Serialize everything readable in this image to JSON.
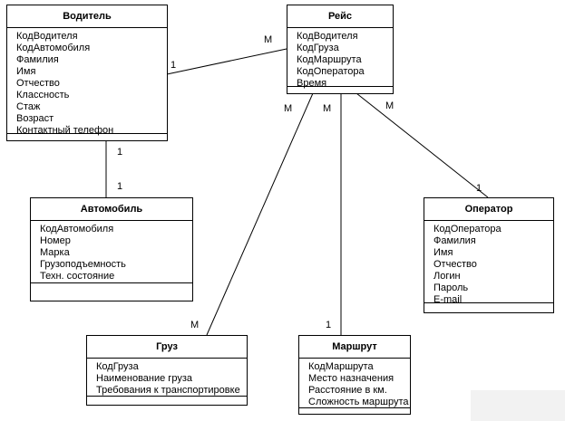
{
  "entities": {
    "driver": {
      "title": "Водитель",
      "attrs": [
        "КодВодителя",
        "КодАвтомобиля",
        "Фамилия",
        "Имя",
        "Отчество",
        "Классность",
        "Стаж",
        "Возраст",
        "Контактный телефон"
      ]
    },
    "trip": {
      "title": "Рейс",
      "attrs": [
        "КодВодителя",
        "КодГруза",
        "КодМаршрута",
        "КодОператора",
        "Время"
      ]
    },
    "car": {
      "title": "Автомобиль",
      "attrs": [
        "КодАвтомобиля",
        "Номер",
        "Марка",
        "Грузоподъемность",
        "Техн. состояние"
      ]
    },
    "operator": {
      "title": "Оператор",
      "attrs": [
        "КодОператора",
        "Фамилия",
        "Имя",
        "Отчество",
        "Логин",
        "Пароль",
        "E-mail"
      ]
    },
    "cargo": {
      "title": "Груз",
      "attrs": [
        "КодГруза",
        "Наименование груза",
        "Требования к транспортировке"
      ]
    },
    "route": {
      "title": "Маршрут",
      "attrs": [
        "КодМаршрута",
        "Место назначения",
        "Расстояние в км.",
        "Сложность маршрута"
      ]
    }
  },
  "cardinalities": {
    "driver_trip_driver_side": "1",
    "driver_trip_trip_side": "M",
    "driver_car_driver_side": "1",
    "driver_car_car_side": "1",
    "trip_cargo_trip_side": "M",
    "trip_cargo_cargo_side": "M",
    "trip_route_trip_side": "M",
    "trip_route_route_side": "1",
    "trip_operator_trip_side": "M",
    "trip_operator_operator_side": "1"
  }
}
